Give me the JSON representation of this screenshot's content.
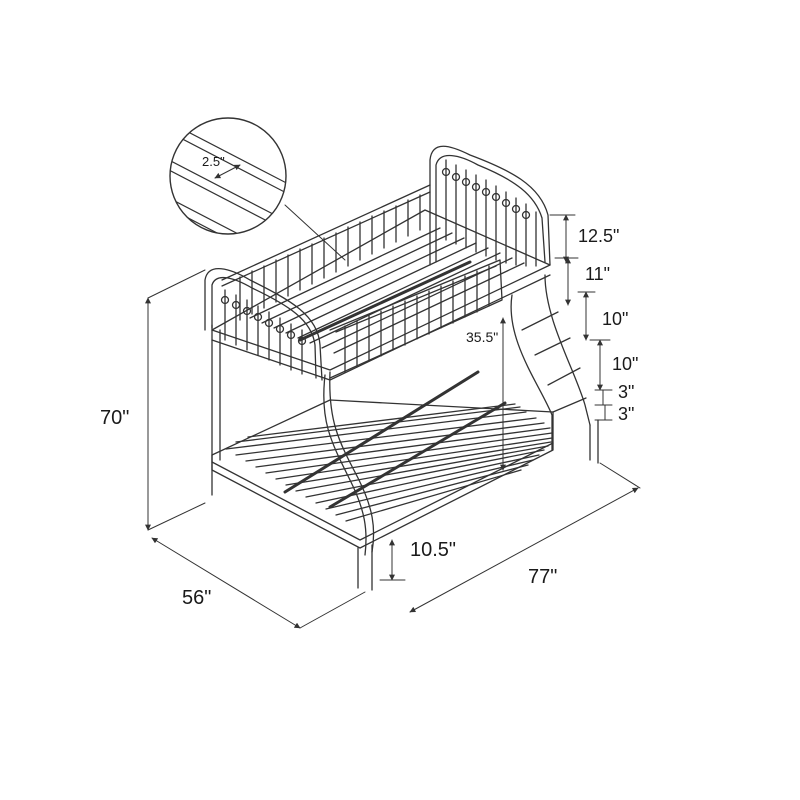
{
  "labels": {
    "overall_height": "70\"",
    "width": "56\"",
    "length": "77\"",
    "floor_clearance": "10.5\"",
    "bunk_clearance": "35.5\"",
    "top_guardrail": "12.5\"",
    "ladder_step_1": "11\"",
    "ladder_step_2": "10\"",
    "ladder_step_3": "10\"",
    "ladder_step_4": "3\"",
    "ladder_step_5": "3\"",
    "slat_spacing": "2.5\""
  },
  "colors": {
    "line": "#333333",
    "text": "#1a1a1a",
    "background": "#ffffff"
  }
}
